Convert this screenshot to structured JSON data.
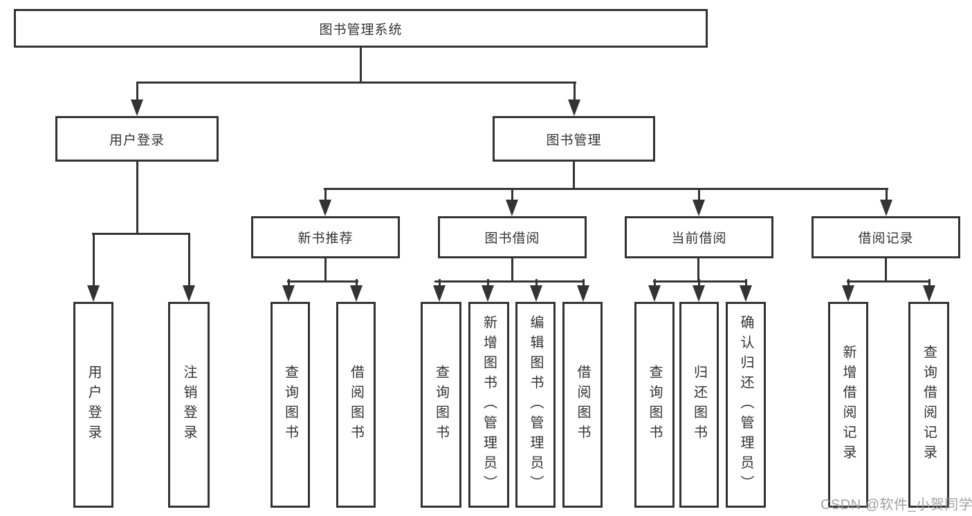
{
  "nodes": {
    "root": "图书管理系统",
    "user_login": "用户登录",
    "book_mgmt": "图书管理",
    "new_book_rec": "新书推荐",
    "book_borrow": "图书借阅",
    "current_borrow": "当前借阅",
    "borrow_record": "借阅记录"
  },
  "leaves": {
    "user_login": "用户登录",
    "logout": "注销登录",
    "query_book_rec": "查询图书",
    "borrow_book_rec": "借阅图书",
    "query_book_borrow": "查询图书",
    "add_book_admin": "新增图书（管理员）",
    "edit_book_admin": "编辑图书（管理员）",
    "borrow_book_borrow": "借阅图书",
    "query_book_current": "查询图书",
    "return_book": "归还图书",
    "confirm_return_admin": "确认归还（管理员）",
    "add_borrow_record": "新增借阅记录",
    "query_borrow_record": "查询借阅记录"
  },
  "watermark": {
    "text": "CSDN @软件_小贺同学"
  },
  "colors": {
    "line": "#333333",
    "text": "#333333",
    "watermark": "#9a9a9a",
    "background": "#ffffff"
  }
}
